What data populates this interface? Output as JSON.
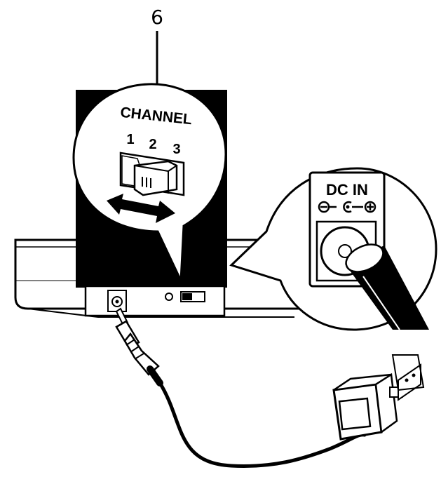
{
  "callout": {
    "number": "6"
  },
  "channel_switch": {
    "title": "CHANNEL",
    "positions": [
      "1",
      "2",
      "3"
    ]
  },
  "power_jack": {
    "label": "DC IN"
  },
  "colors": {
    "ink": "#000000",
    "paper": "#ffffff",
    "device_shade": "#dcdcdc"
  }
}
